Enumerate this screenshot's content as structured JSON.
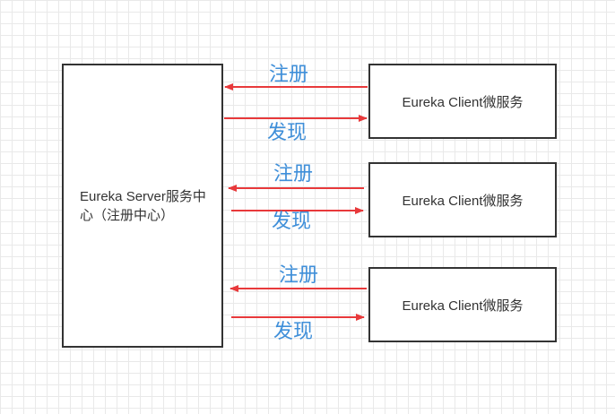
{
  "server": {
    "label": "Eureka Server服务中心（注册中心）"
  },
  "clients": [
    {
      "label": "Eureka Client微服务"
    },
    {
      "label": "Eureka Client微服务"
    },
    {
      "label": "Eureka Client微服务"
    }
  ],
  "links": [
    {
      "register_label": "注册",
      "discover_label": "发现"
    },
    {
      "register_label": "注册",
      "discover_label": "发现"
    },
    {
      "register_label": "注册",
      "discover_label": "发现"
    }
  ],
  "colors": {
    "arrow": "#e8393b",
    "label_text": "#3f8fd9",
    "box_border": "#333333"
  }
}
